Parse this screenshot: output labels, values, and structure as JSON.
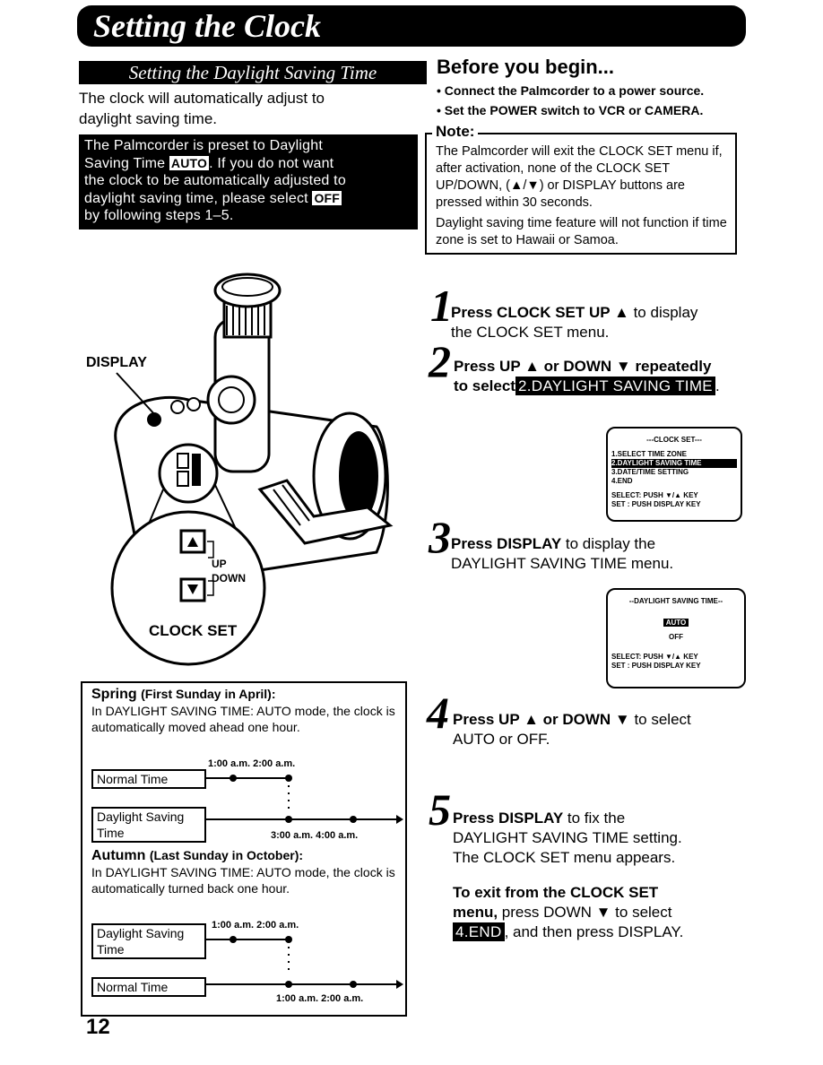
{
  "title": "Setting the Clock",
  "subtitle": "Setting the Daylight Saving Time",
  "intro": [
    "The clock will automatically adjust to",
    "daylight saving time."
  ],
  "preset_box": {
    "line1": "The Palmcorder is preset to Daylight",
    "line2_pre": "Saving Time",
    "auto": "AUTO",
    "line2_post": ". If you do not want",
    "line3": "the clock to be automatically adjusted to",
    "line4_pre": "daylight saving time, please select",
    "off": "OFF",
    "line5": "by following steps 1–5."
  },
  "before": {
    "heading": "Before you begin...",
    "items": [
      "• Connect the Palmcorder to a power source.",
      "• Set the POWER switch to VCR or CAMERA."
    ]
  },
  "note": {
    "label": "Note:",
    "p1": "The Palmcorder will exit the CLOCK SET menu if, after activation, none of the CLOCK SET UP/DOWN, (▲/▼) or DISPLAY buttons are pressed within 30 seconds.",
    "p2": "Daylight saving time feature will not function if time zone is set to Hawaii or Samoa."
  },
  "illustration": {
    "display": "DISPLAY",
    "up": "UP",
    "down": "DOWN",
    "clock_set": "CLOCK SET"
  },
  "steps": [
    {
      "num": "1",
      "bold": "Press CLOCK SET UP ▲",
      "text": " to display",
      "line2": "the CLOCK SET menu."
    },
    {
      "num": "2",
      "bold": "Press UP ▲ or DOWN ▼ repeatedly",
      "line2_pre": "to select",
      "sel": "2.DAYLIGHT SAVING TIME",
      "line2_post": "."
    },
    {
      "num": "3",
      "bold": "Press DISPLAY",
      "text": " to display the",
      "line2": "DAYLIGHT SAVING TIME menu."
    },
    {
      "num": "4",
      "bold": "Press UP ▲ or DOWN ▼",
      "text": " to select",
      "line2": "AUTO or OFF."
    },
    {
      "num": "5",
      "bold": "Press DISPLAY",
      "text": " to fix the",
      "line2": "DAYLIGHT SAVING TIME setting.",
      "line3": "The CLOCK SET menu appears."
    }
  ],
  "exit": {
    "bold1": "To exit from the CLOCK SET",
    "bold2": "menu,",
    "text2": " press DOWN ▼ to select",
    "sel": "4.END",
    "text3": ", and then press DISPLAY."
  },
  "screen1": {
    "title": "---CLOCK SET---",
    "items": [
      "1.SELECT TIME ZONE",
      "2.DAYLIGHT SAVING TIME",
      "3.DATE/TIME SETTING",
      "4.END"
    ],
    "select": "SELECT: PUSH ▼/▲ KEY",
    "set": "SET    : PUSH DISPLAY KEY"
  },
  "screen2": {
    "title": "--DAYLIGHT SAVING TIME--",
    "auto": "AUTO",
    "off": "OFF",
    "select": "SELECT: PUSH ▼/▲ KEY",
    "set": "SET    : PUSH DISPLAY KEY"
  },
  "spring": {
    "heading": "Spring",
    "heading_small": "(First Sunday in April):",
    "text": "In DAYLIGHT SAVING TIME: AUTO mode, the clock is automatically moved ahead one hour.",
    "normal": "Normal Time",
    "dst": "Daylight Saving Time",
    "t_top": "1:00 a.m.  2:00 a.m.",
    "t_bottom": "3:00 a.m.  4:00 a.m."
  },
  "autumn": {
    "heading": "Autumn",
    "heading_small": "(Last Sunday in October):",
    "text": "In DAYLIGHT SAVING TIME: AUTO mode, the clock is automatically turned back one hour.",
    "dst": "Daylight Saving Time",
    "normal": "Normal Time",
    "t_top": "1:00 a.m.  2:00 a.m.",
    "t_bottom": "1:00 a.m.  2:00 a.m."
  },
  "page_number": "12"
}
